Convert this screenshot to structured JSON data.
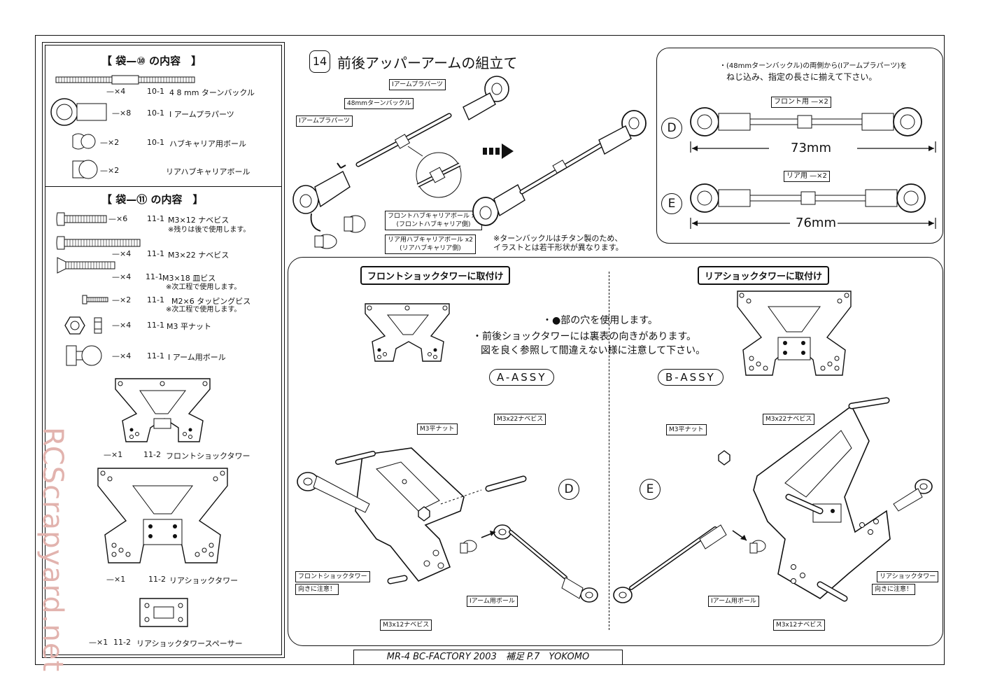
{
  "bag10": {
    "title": "【 袋—⑩ の内容　】",
    "items": [
      {
        "qty": "—×4",
        "code": "10-1",
        "name": "4 8 mm ターンバックル"
      },
      {
        "qty": "—×8",
        "code": "10-1",
        "name": "I アームプラパーツ"
      },
      {
        "qty": "—×2",
        "code": "10-1",
        "name": "ハブキャリア用ボール"
      },
      {
        "qty": "—×2",
        "code": "",
        "name": "リアハブキャリアボール"
      }
    ]
  },
  "bag11": {
    "title": "【 袋—⑪ の内容　】",
    "items": [
      {
        "qty": "—×6",
        "code": "11-1",
        "name": "M3×12 ナベビス",
        "note": "※残りは後で使用します。"
      },
      {
        "qty": "—×4",
        "code": "11-1",
        "name": "M3×22 ナベビス",
        "note": ""
      },
      {
        "qty": "—×4",
        "code": "11-1",
        "name": "M3×18 皿ビス",
        "note": "※次工程で使用します。"
      },
      {
        "qty": "—×2",
        "code": "11-1",
        "name": "M2×6 タッピングビス",
        "note": "※次工程で使用します。"
      },
      {
        "qty": "—×4",
        "code": "11-1",
        "name": "M3 平ナット",
        "note": ""
      },
      {
        "qty": "—×4",
        "code": "11-1",
        "name": "I アーム用ボール",
        "note": ""
      },
      {
        "qty": "—×1",
        "code": "11-2",
        "name": "フロントショックタワー",
        "note": ""
      },
      {
        "qty": "—×1",
        "code": "11-2",
        "name": "リアショックタワー",
        "note": ""
      },
      {
        "qty": "—×1",
        "code": "11-2",
        "name": "リアショックタワースペーサー",
        "note": ""
      }
    ]
  },
  "step": {
    "number": "14",
    "title": "前後アッパーアームの組立て",
    "labels": {
      "i_arm_top": "Iアームプラパーツ",
      "turnbuckle": "48mmターンバックル",
      "i_arm_left": "Iアームプラパーツ",
      "front_ball": "フロントハブキャリアボール x2",
      "front_ball_sub": "(フロントハブキャリア側)",
      "rear_ball": "リア用ハブキャリアボール x2",
      "rear_ball_sub": "(リアハブキャリア側)"
    },
    "note_line1": "※ターンバックルはチタン製のため、",
    "note_line2": "イラストとは若干形状が異なります。"
  },
  "length_panel": {
    "note_line1": "・(48mmターンバックル)の両側から(Iアームプラパーツ)を",
    "note_line2": "ねじ込み、指定の長さに揃えて下さい。",
    "d": {
      "letter": "D",
      "label": "フロント用 —×2",
      "length": "73mm"
    },
    "e": {
      "letter": "E",
      "label": "リア用 —×2",
      "length": "76mm"
    }
  },
  "assembly": {
    "front_header": "フロントショックタワーに取付け",
    "rear_header": "リアショックタワーに取付け",
    "note_line1": "・●部の穴を使用します。",
    "note_line2": "・前後ショックタワーには裏表の向きがあります。",
    "note_line3": "図を良く参照して間違えない様に注意して下さい。",
    "a_assy": "A-ASSY",
    "b_assy": "B-ASSY",
    "front": {
      "nut": "M3平ナット",
      "screw22": "M3x22ナベビス",
      "tower": "フロントショックタワー",
      "caution": "向きに注意！",
      "ball": "Iアーム用ボール",
      "screw12": "M3x12ナベビス",
      "letter": "D"
    },
    "rear": {
      "nut": "M3平ナット",
      "screw22": "M3x22ナベビス",
      "tower": "リアショックタワー",
      "caution": "向きに注意！",
      "ball": "Iアーム用ボール",
      "screw12": "M3x12ナベビス",
      "letter": "E"
    }
  },
  "footer": "MR-4 BC-FACTORY 2003　補足 P.7　YOKOMO",
  "watermark": "RCScrapyard.net"
}
